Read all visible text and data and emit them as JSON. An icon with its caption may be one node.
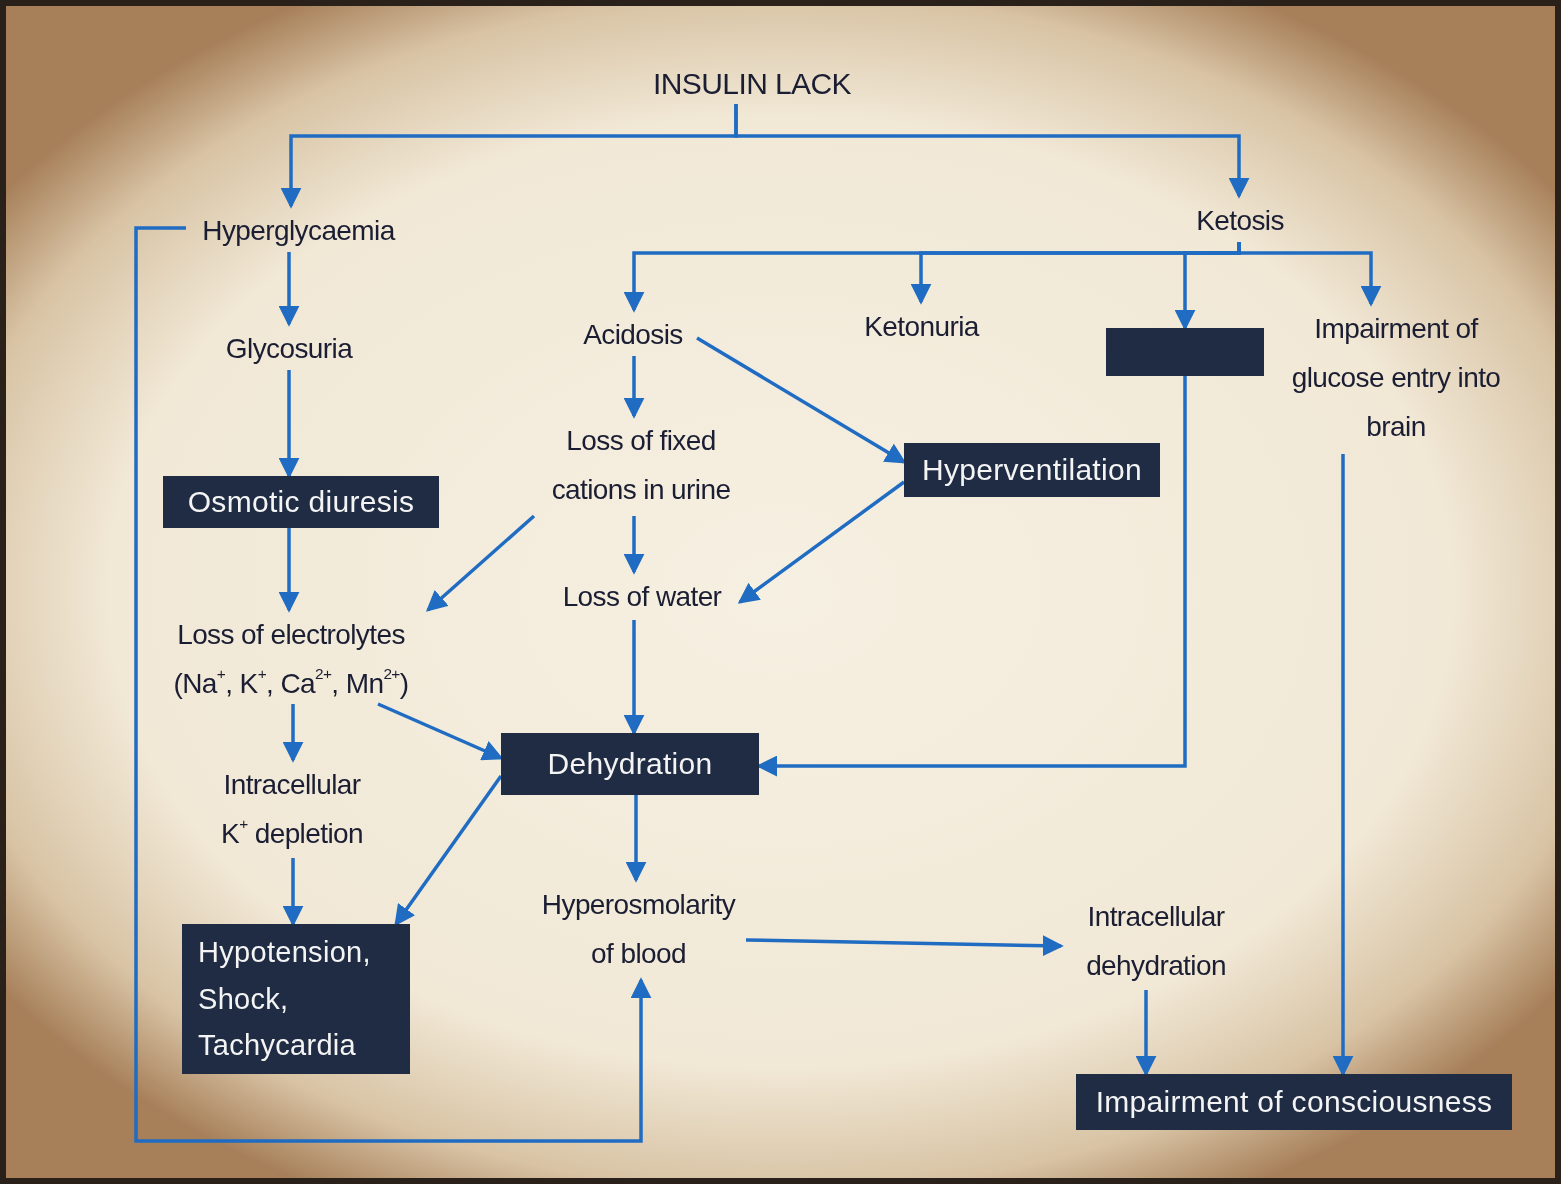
{
  "diagram": {
    "nodes": [
      {
        "text": [
          "INSULIN LACK"
        ]
      },
      {
        "text": [
          "Hyperglycaemia"
        ]
      },
      {
        "text": [
          "Ketosis"
        ]
      },
      {
        "text": [
          "Glycosuria"
        ]
      },
      {
        "text": [
          "Acidosis"
        ]
      },
      {
        "text": [
          "Ketonuria"
        ]
      },
      {
        "text": [],
        "shape": "box"
      },
      {
        "text": [
          "Impairment of glucose entry into brain"
        ]
      },
      {
        "text": [
          "Osmotic diuresis"
        ]
      },
      {
        "text": [
          "Loss of fixed cations in urine"
        ]
      },
      {
        "text": [
          "Hyperventilation"
        ]
      },
      {
        "text": [
          "Loss of water"
        ]
      },
      {
        "text": [
          "Loss of electrolytes (Na$^{+}$, K$^{+}$, Ca$^{2+}$, Mn$^{2+}$)"
        ]
      },
      {
        "text": [
          "Dehydration"
        ]
      },
      {
        "text": [
          "Intracellular K$^{+}$ depletion"
        ]
      },
      {
        "text": [
          "Hyperosmolarity of blood"
        ]
      },
      {
        "text": [
          "Hypotension, Shock, Tachycardia"
        ]
      },
      {
        "text": [
          "Intracellular dehydration"
        ]
      },
      {
        "text": [
          "Impairment of consciousness"
        ]
      }
    ],
    "edges": [
      {
        "from": 0,
        "to": 1,
        "arrow": "to"
      },
      {
        "from": 0,
        "to": 2,
        "arrow": "to"
      },
      {
        "from": 1,
        "to": 3,
        "arrow": "to"
      },
      {
        "from": 3,
        "to": 8,
        "arrow": "to"
      },
      {
        "from": 8,
        "to": 12,
        "arrow": "to"
      },
      {
        "from": 12,
        "to": 14,
        "arrow": "to"
      },
      {
        "from": 14,
        "to": 16,
        "arrow": "to"
      },
      {
        "from": 12,
        "to": 13,
        "arrow": "to"
      },
      {
        "from": 13,
        "to": 16,
        "arrow": "to"
      },
      {
        "from": 9,
        "to": 12,
        "arrow": "to"
      },
      {
        "from": 4,
        "to": 9,
        "arrow": "to"
      },
      {
        "from": 9,
        "to": 11,
        "arrow": "to"
      },
      {
        "from": 11,
        "to": 13,
        "arrow": "to"
      },
      {
        "from": 4,
        "to": 10,
        "arrow": "to"
      },
      {
        "from": 10,
        "to": 11,
        "arrow": "to"
      },
      {
        "from": 2,
        "to": 4,
        "arrow": "to"
      },
      {
        "from": 2,
        "to": 5,
        "arrow": "to"
      },
      {
        "from": 2,
        "to": 6,
        "arrow": "to"
      },
      {
        "from": 2,
        "to": 7,
        "arrow": "to"
      },
      {
        "from": 6,
        "to": 13,
        "arrow": "to"
      },
      {
        "from": 7,
        "to": 18,
        "arrow": "to"
      },
      {
        "from": 13,
        "to": 15,
        "arrow": "to"
      },
      {
        "from": 15,
        "to": 17,
        "arrow": "to"
      },
      {
        "from": 17,
        "to": 18,
        "arrow": "to"
      },
      {
        "from": 1,
        "to": 15,
        "arrow": "to"
      }
    ]
  }
}
